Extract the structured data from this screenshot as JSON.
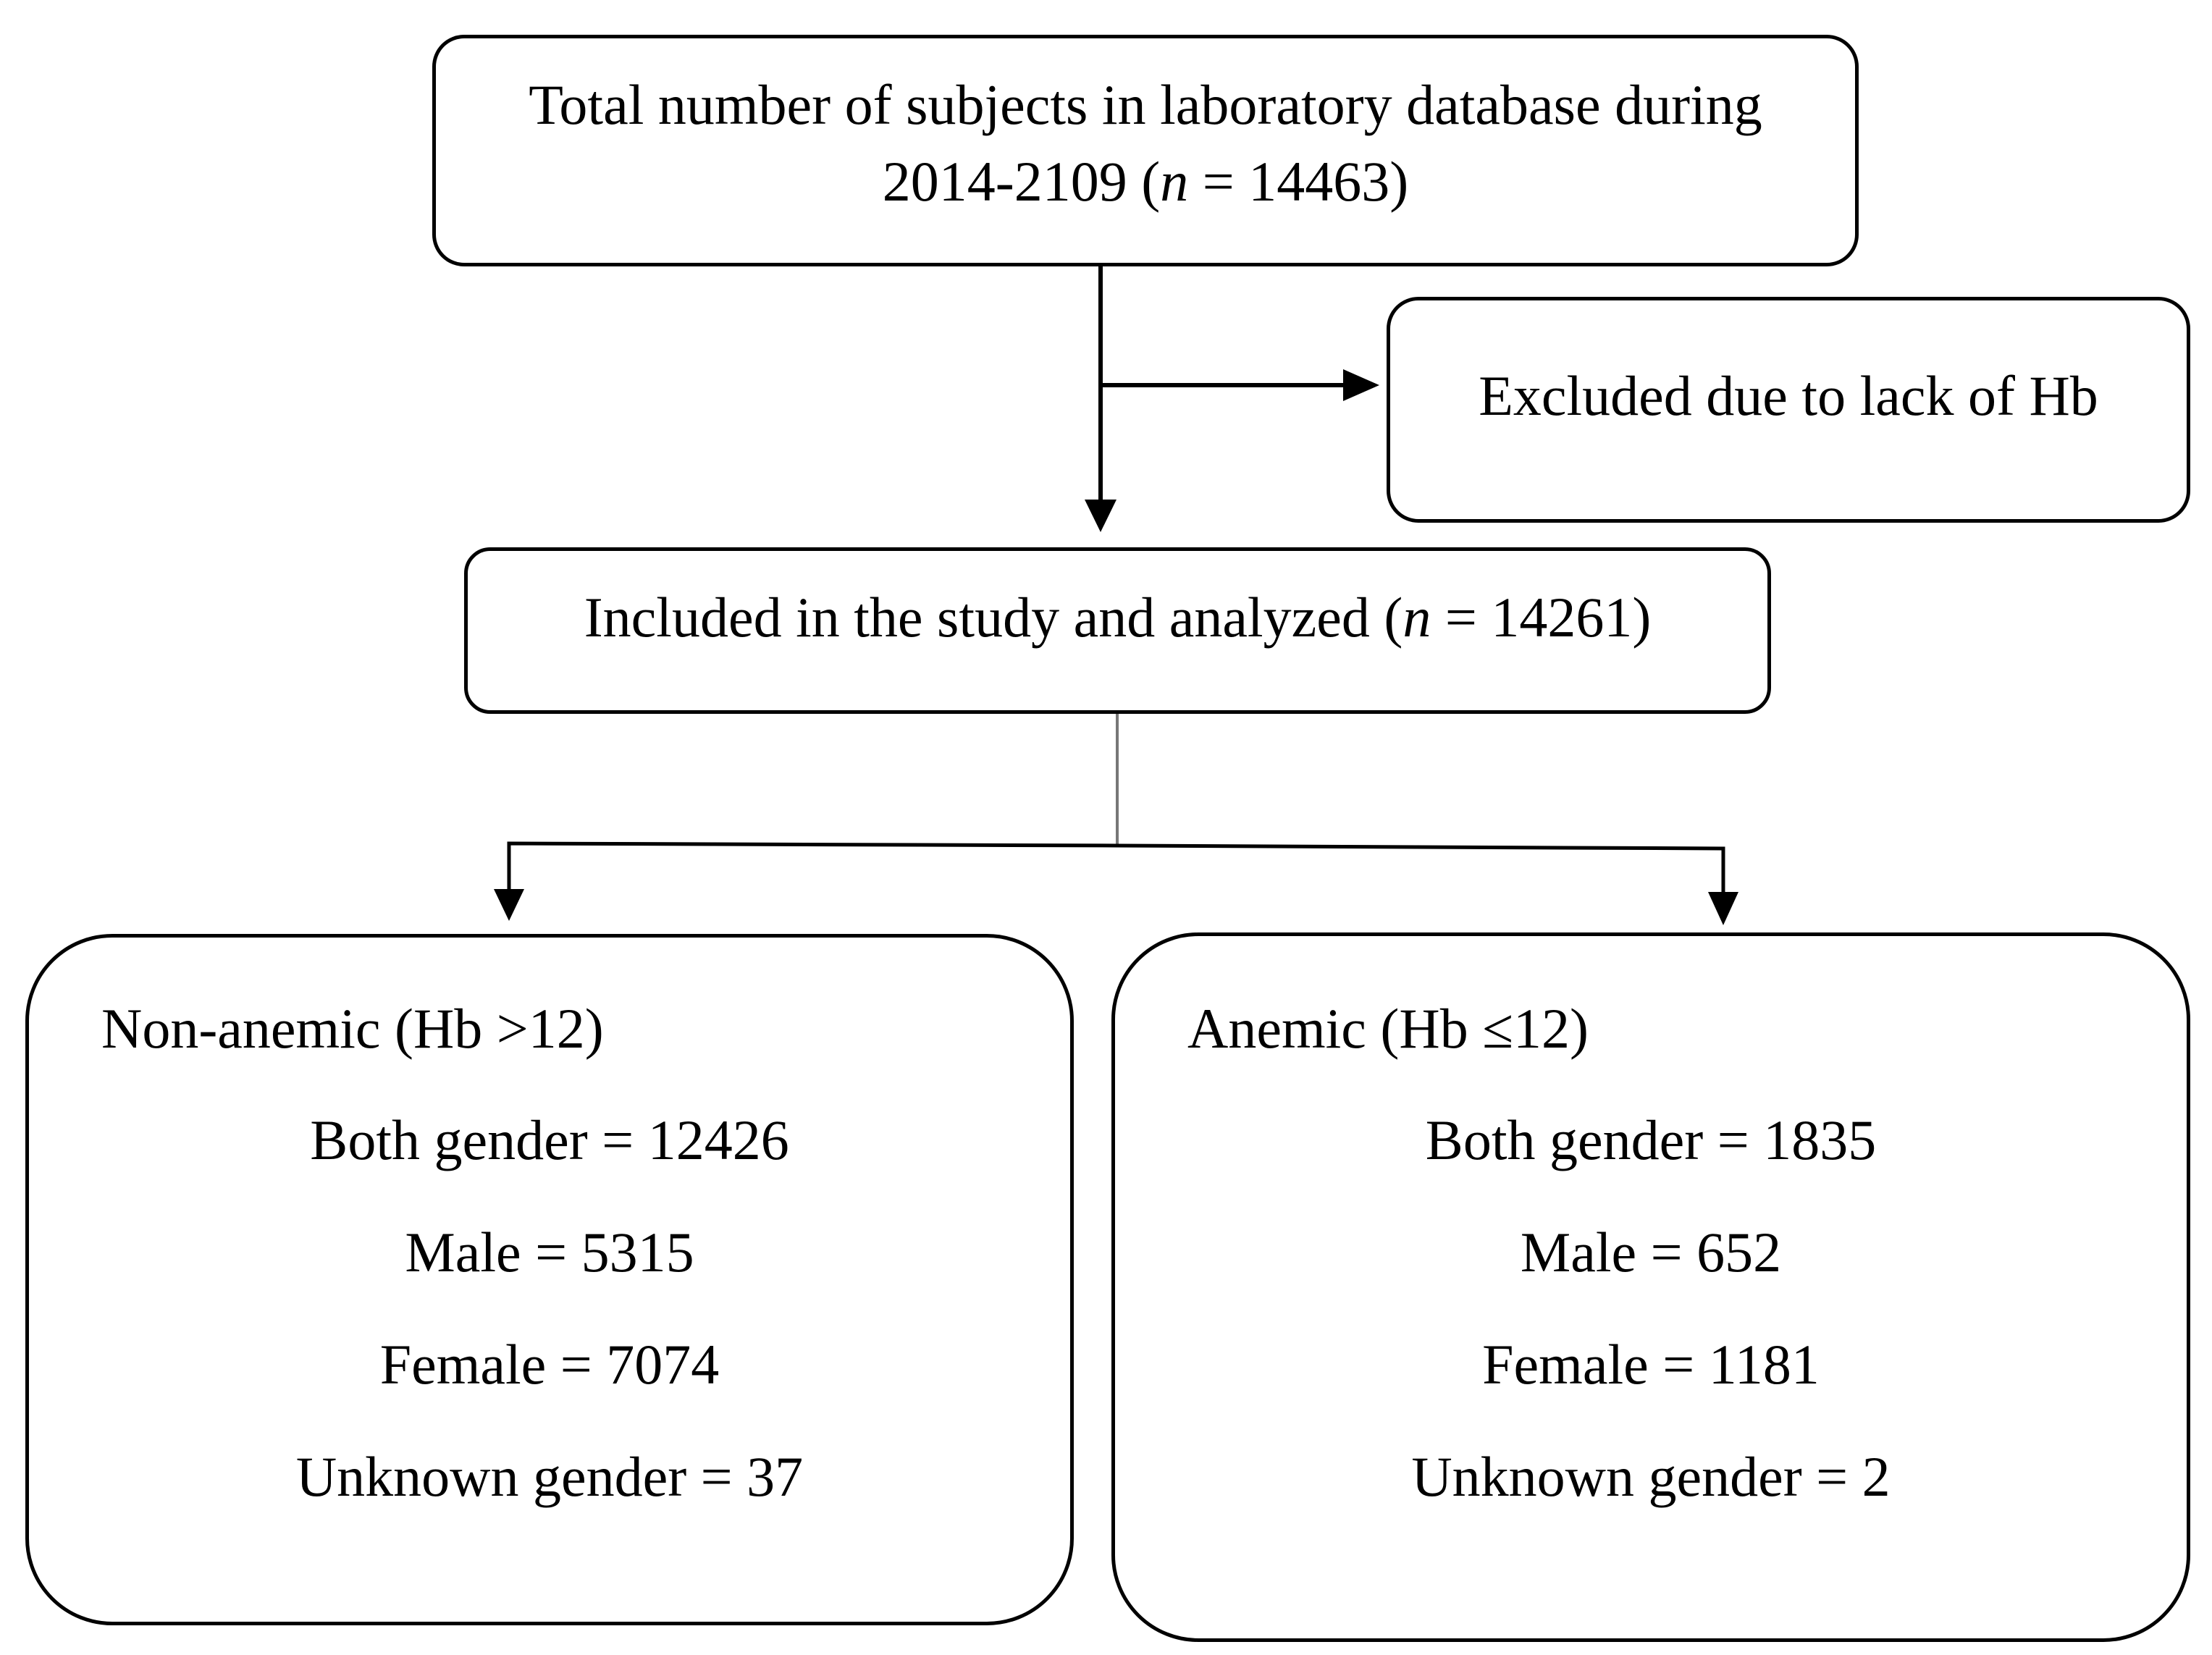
{
  "top_box": {
    "line1": "Total number of subjects in laboratory database during",
    "line2_pre": "2014-2109 (",
    "line2_n": "n",
    "line2_post": " = 14463)"
  },
  "excluded_box": {
    "text": "Excluded due to lack of Hb"
  },
  "included_box": {
    "pre": "Included in the study and analyzed (",
    "n": "n",
    "post": " = 14261)"
  },
  "non_anemic": {
    "title": "Non-anemic (Hb >12)",
    "both": "Both gender = 12426",
    "male": "Male = 5315",
    "female": "Female = 7074",
    "unknown": "Unknown gender = 37"
  },
  "anemic": {
    "title": "Anemic (Hb ≤12)",
    "both": "Both gender = 1835",
    "male": "Male = 652",
    "female": "Female = 1181",
    "unknown": "Unknown gender = 2"
  }
}
